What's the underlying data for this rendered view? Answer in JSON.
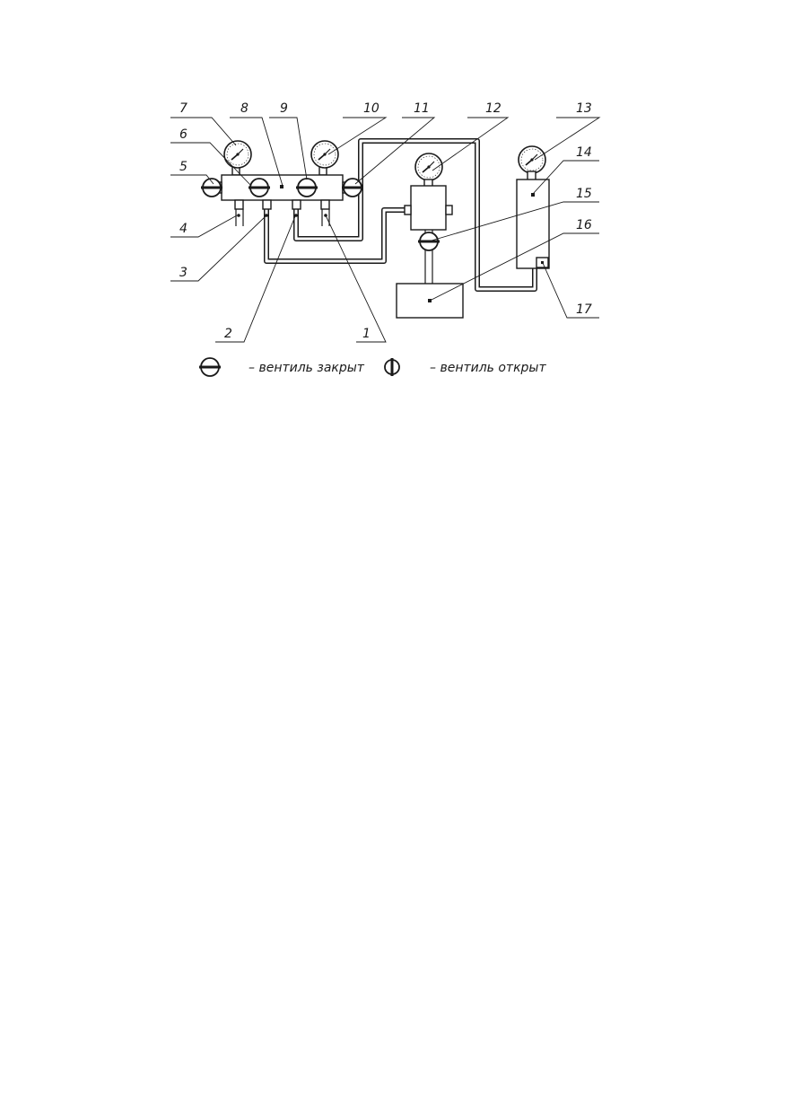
{
  "labels": {
    "l1": "1",
    "l2": "2",
    "l3": "3",
    "l4": "4",
    "l5": "5",
    "l6": "6",
    "l7": "7",
    "l8": "8",
    "l9": "9",
    "l10": "10",
    "l11": "11",
    "l12": "12",
    "l13": "13",
    "l14": "14",
    "l15": "15",
    "l16": "16",
    "l17": "17"
  },
  "legend": {
    "closed": "– вентиль закрыт",
    "open": "– вентиль открыт"
  }
}
